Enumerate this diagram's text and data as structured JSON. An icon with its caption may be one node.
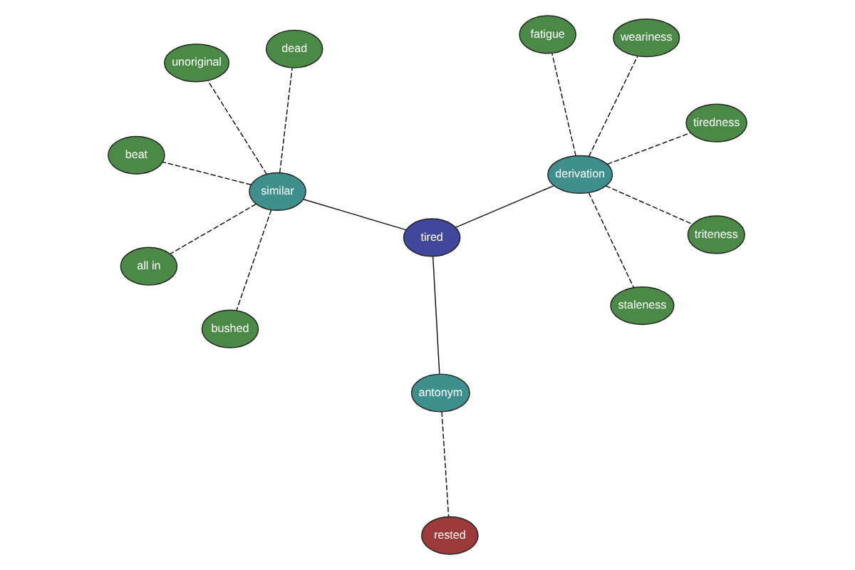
{
  "diagram": {
    "nodes": [
      {
        "text": [
          "all in"
        ]
      },
      {
        "text": [
          "dead"
        ]
      },
      {
        "text": [
          "bushed"
        ]
      },
      {
        "text": [
          "similar"
        ]
      },
      {
        "text": [
          "unoriginal"
        ]
      },
      {
        "text": [
          "beat"
        ]
      },
      {
        "text": [
          "tired"
        ]
      },
      {
        "text": [
          "triteness"
        ]
      },
      {
        "text": [
          "antonym"
        ]
      },
      {
        "text": [
          "staleness"
        ]
      },
      {
        "text": [
          "derivation"
        ]
      },
      {
        "text": [
          "fatigue"
        ]
      },
      {
        "text": [
          "rested"
        ]
      },
      {
        "text": [
          "tiredness"
        ]
      },
      {
        "text": [
          "weariness"
        ]
      }
    ],
    "edges": [
      {
        "from": 6,
        "to": 3,
        "arrow": "none"
      },
      {
        "from": 6,
        "to": 10,
        "arrow": "none"
      },
      {
        "from": 6,
        "to": 8,
        "arrow": "none"
      },
      {
        "from": 3,
        "to": 0,
        "arrow": "none",
        "style": "dashed"
      },
      {
        "from": 3,
        "to": 1,
        "arrow": "none",
        "style": "dashed"
      },
      {
        "from": 3,
        "to": 2,
        "arrow": "none",
        "style": "dashed"
      },
      {
        "from": 3,
        "to": 4,
        "arrow": "none",
        "style": "dashed"
      },
      {
        "from": 3,
        "to": 5,
        "arrow": "none",
        "style": "dashed"
      },
      {
        "from": 10,
        "to": 7,
        "arrow": "none",
        "style": "dashed"
      },
      {
        "from": 10,
        "to": 9,
        "arrow": "none",
        "style": "dashed"
      },
      {
        "from": 10,
        "to": 11,
        "arrow": "none",
        "style": "dashed"
      },
      {
        "from": 10,
        "to": 14,
        "arrow": "none",
        "style": "dashed"
      },
      {
        "from": 10,
        "to": 13,
        "arrow": "none",
        "style": "dashed"
      },
      {
        "from": 8,
        "to": 12,
        "arrow": "none",
        "style": "dashed"
      }
    ]
  }
}
